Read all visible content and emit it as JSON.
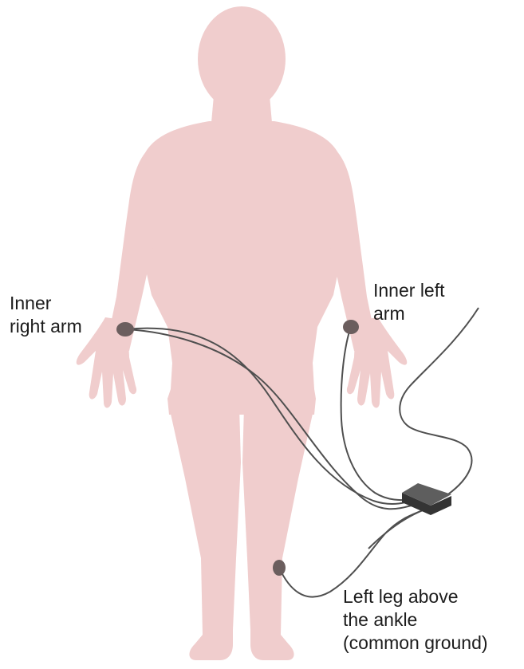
{
  "colors": {
    "body": "#f0cdcd",
    "electrode": "#6b5e5e",
    "wire": "#4f4f4f",
    "device_top": "#5e5e5e",
    "device_side": "#343434",
    "text": "#1c1c1c"
  },
  "labels": {
    "right_arm": [
      "Inner",
      "right arm"
    ],
    "left_arm": [
      "Inner left",
      "arm"
    ],
    "left_leg": [
      "Left leg above",
      "the ankle",
      "(common ground)"
    ]
  }
}
